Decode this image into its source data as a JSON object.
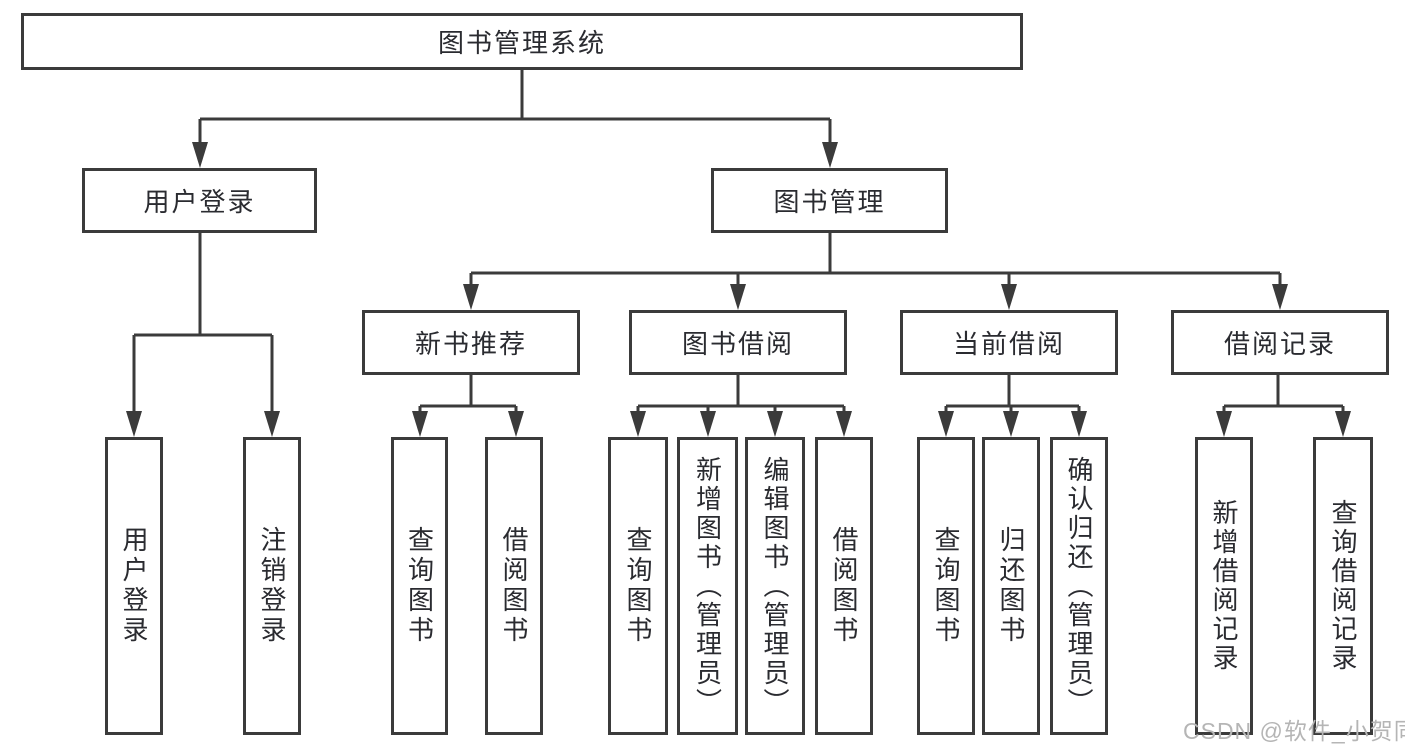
{
  "colors": {
    "line": "#3b3b3b",
    "text": "#2a2b30",
    "box_background": "#ffffff",
    "watermark": "#b5b5b5"
  },
  "watermark": {
    "text": "CSDN @软件_小贺同学"
  },
  "tree": {
    "root": {
      "label": "图书管理系统"
    },
    "branches": [
      {
        "label": "用户登录",
        "children": [
          {
            "label": "用户登录"
          },
          {
            "label": "注销登录"
          }
        ]
      },
      {
        "label": "图书管理",
        "children": [
          {
            "label": "新书推荐",
            "children": [
              {
                "label": "查询图书"
              },
              {
                "label": "借阅图书"
              }
            ]
          },
          {
            "label": "图书借阅",
            "children": [
              {
                "label": "查询图书"
              },
              {
                "label": "新增图书（管理员）"
              },
              {
                "label": "编辑图书（管理员）"
              },
              {
                "label": "借阅图书"
              }
            ]
          },
          {
            "label": "当前借阅",
            "children": [
              {
                "label": "查询图书"
              },
              {
                "label": "归还图书"
              },
              {
                "label": "确认归还（管理员）"
              }
            ]
          },
          {
            "label": "借阅记录",
            "children": [
              {
                "label": "新增借阅记录"
              },
              {
                "label": "查询借阅记录"
              }
            ]
          }
        ]
      }
    ]
  }
}
